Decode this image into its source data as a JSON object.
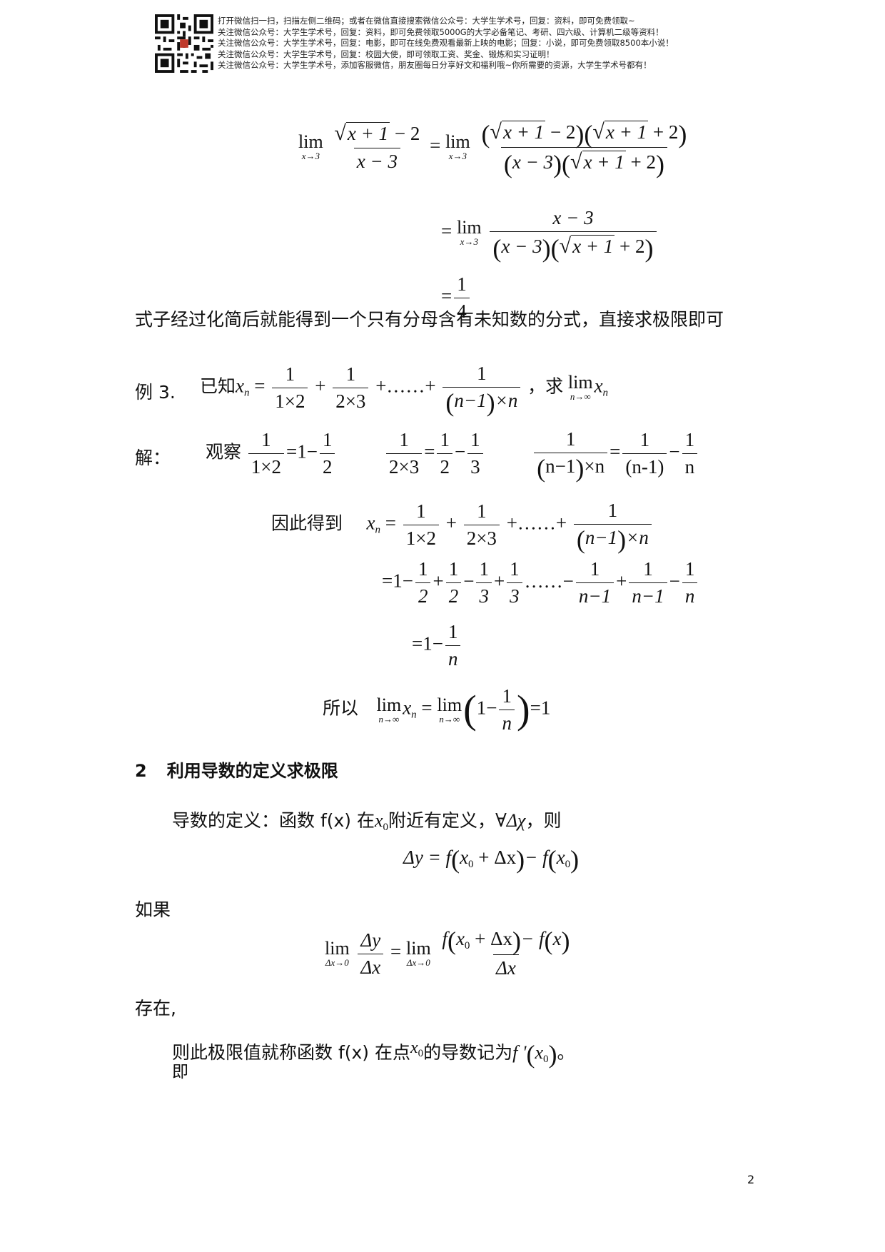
{
  "header": {
    "lines": [
      "打开微信扫一扫，扫描左侧二维码；或者在微信直接搜索微信公众号：大学生学术号，回复：资料，即可免费领取~",
      "关注微信公众号：大学生学术号，回复：资料，即可免费领取5000G的大学必备笔记、考研、四六级、计算机二级等资料！",
      "关注微信公众号：大学生学术号，回复：电影，即可在线免费观看最新上映的电影；回复：小说，即可免费领取8500本小说！",
      "关注微信公众号：大学生学术号，回复：校园大使，即可领取工资、奖金、锻炼和实习证明！",
      "关注微信公众号：大学生学术号，添加客服微信，朋友圈每日分享好文和福利哦~你所需要的资源，大学生学术号都有！"
    ]
  },
  "formula1": {
    "lim_label": "lim",
    "lim_sub": "x→3",
    "lhs_num": "x + 1",
    "minus2": "− 2",
    "lhs_den": "x − 3",
    "eq": "=",
    "rhs_num_a": "x + 1",
    "rhs_num_a_tail": "− 2",
    "rhs_num_b": "x + 1",
    "rhs_num_b_tail": "+ 2",
    "rhs_den_a": "x − 3",
    "rhs_den_b": "x + 1",
    "rhs_den_b_tail": "+ 2",
    "step2_num": "x − 3",
    "step2_den_a": "x − 3",
    "step2_den_b": "x + 1",
    "step2_den_b_tail": "+ 2",
    "result_num": "1",
    "result_den": "4"
  },
  "text_simplify": "式子经过化简后就能得到一个只有分母含有未知数的分式，直接求极限即可",
  "example3": {
    "label": "例 3.",
    "given": "已知",
    "x": "x",
    "n_sub": "n",
    "eq": "=",
    "t1_num": "1",
    "t1_den": "1×2",
    "plus": "+",
    "t2_num": "1",
    "t2_den": "2×3",
    "dots": "+……+",
    "tn_num": "1",
    "tn_den_a": "n−1",
    "tn_den_b": "×n",
    "comma_ask": "，求",
    "lim": "lim",
    "lim_sub": "n→∞"
  },
  "solution": {
    "label": "解：",
    "observe": "观察",
    "o1_num": "1",
    "o1_den": "1×2",
    "o1_eq": "=1−",
    "o1_r_num": "1",
    "o1_r_den": "2",
    "o2_num": "1",
    "o2_den": "2×3",
    "o2_a_num": "1",
    "o2_a_den": "2",
    "o2_minus": "−",
    "o2_b_num": "1",
    "o2_b_den": "3",
    "o3_num": "1",
    "o3_den_a": "n−1",
    "o3_den_b": "×n",
    "o3_a_num": "1",
    "o3_a_den": "(n-1)",
    "o3_b_num": "1",
    "o3_b_den": "n",
    "therefore": "因此得到",
    "sum_line": "=1−",
    "sum_terms": [
      {
        "op": "",
        "num": "1",
        "den": "2"
      },
      {
        "op": "+",
        "num": "1",
        "den": "2"
      },
      {
        "op": "−",
        "num": "1",
        "den": "3"
      },
      {
        "op": "+",
        "num": "1",
        "den": "3"
      },
      {
        "op": "……−",
        "num": "1",
        "den": "n−1"
      },
      {
        "op": "+",
        "num": "1",
        "den": "n−1"
      },
      {
        "op": "−",
        "num": "1",
        "den": "n"
      }
    ],
    "final_line": "=1−",
    "final_num": "1",
    "final_den": "n",
    "so": "所以",
    "so_eq": "=",
    "so_inner": "1−",
    "so_result": "=1"
  },
  "section2": {
    "number": "2",
    "title": "利用导数的定义求极限"
  },
  "derivative": {
    "def_text_a": "导数的定义：函数 f(x) 在",
    "x0": "x",
    "sub0": "0",
    "def_text_b": "附近有定义，",
    "forall": "∀Δχ",
    "def_text_c": "，则",
    "dy": "Δy = f",
    "dy_inner": "x",
    "dy_plus": "+ Δx",
    "dy_minus": "− f",
    "if_text": "如果",
    "lim_sub": "Δx→0",
    "frac_num": "Δy",
    "frac_den": "Δx",
    "rhs_num_a": "f",
    "rhs_num_b": "x",
    "rhs_num_c": "+ Δx",
    "rhs_num_d": "− f",
    "rhs_num_e": "x",
    "rhs_den": "Δx",
    "exists": "存在,",
    "then_a": "则此极限值就称函数 f(x) 在点",
    "then_b": "的导数记为",
    "fprime": "f '",
    "period": "。",
    "ji": "即"
  },
  "page_number": "2"
}
